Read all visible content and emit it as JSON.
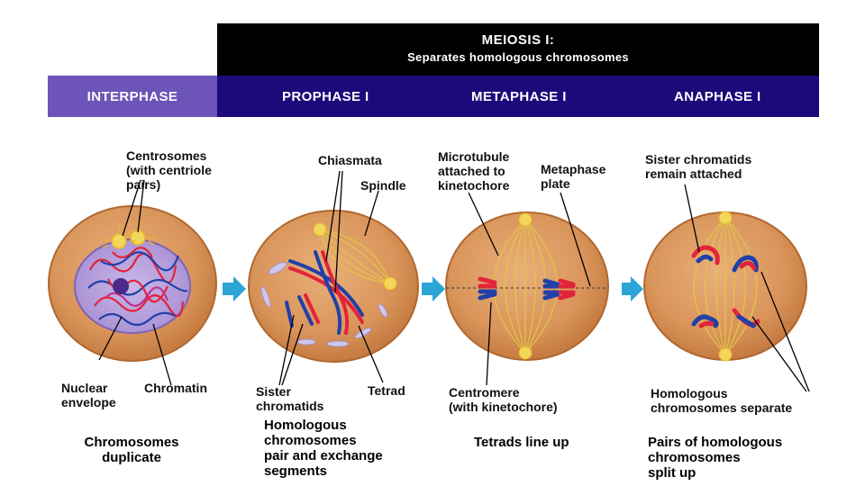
{
  "header": {
    "title": "MEIOSIS I:",
    "subtitle": "Separates homologous chromosomes"
  },
  "phases": [
    {
      "label": "INTERPHASE",
      "color": "#6c54b8"
    },
    {
      "label": "PROPHASE I",
      "color": "#1d0a7a"
    },
    {
      "label": "METAPHASE I",
      "color": "#1d0a7a"
    },
    {
      "label": "ANAPHASE I",
      "color": "#1d0a7a"
    }
  ],
  "labels": {
    "centrosomes": "Centrosomes\n(with centriole\npairs)",
    "chiasmata": "Chiasmata",
    "spindle": "Spindle",
    "microtubule": "Microtubule\nattached to\nkinetochore",
    "metaphase_plate": "Metaphase\nplate",
    "sister_attached": "Sister chromatids\nremain attached",
    "nuclear_envelope": "Nuclear\nenvelope",
    "chromatin": "Chromatin",
    "sister_chromatids": "Sister\nchromatids",
    "tetrad": "Tetrad",
    "centromere": "Centromere\n(with kinetochore)",
    "homologous_separate": "Homologous\nchromosomes separate"
  },
  "captions": {
    "interphase": "Chromosomes\nduplicate",
    "prophase": "Homologous\nchromosomes\npair and exchange\nsegments",
    "metaphase": "Tetrads line up",
    "anaphase": "Pairs of homologous\nchromosomes\nsplit up"
  },
  "colors": {
    "cell_fill": "#dc9a60",
    "cell_edge": "#b9703c",
    "chromosome_red": "#e2243a",
    "chromosome_blue": "#2140a8",
    "spindle": "#e2c34a",
    "arrow": "#2aa5d6"
  }
}
